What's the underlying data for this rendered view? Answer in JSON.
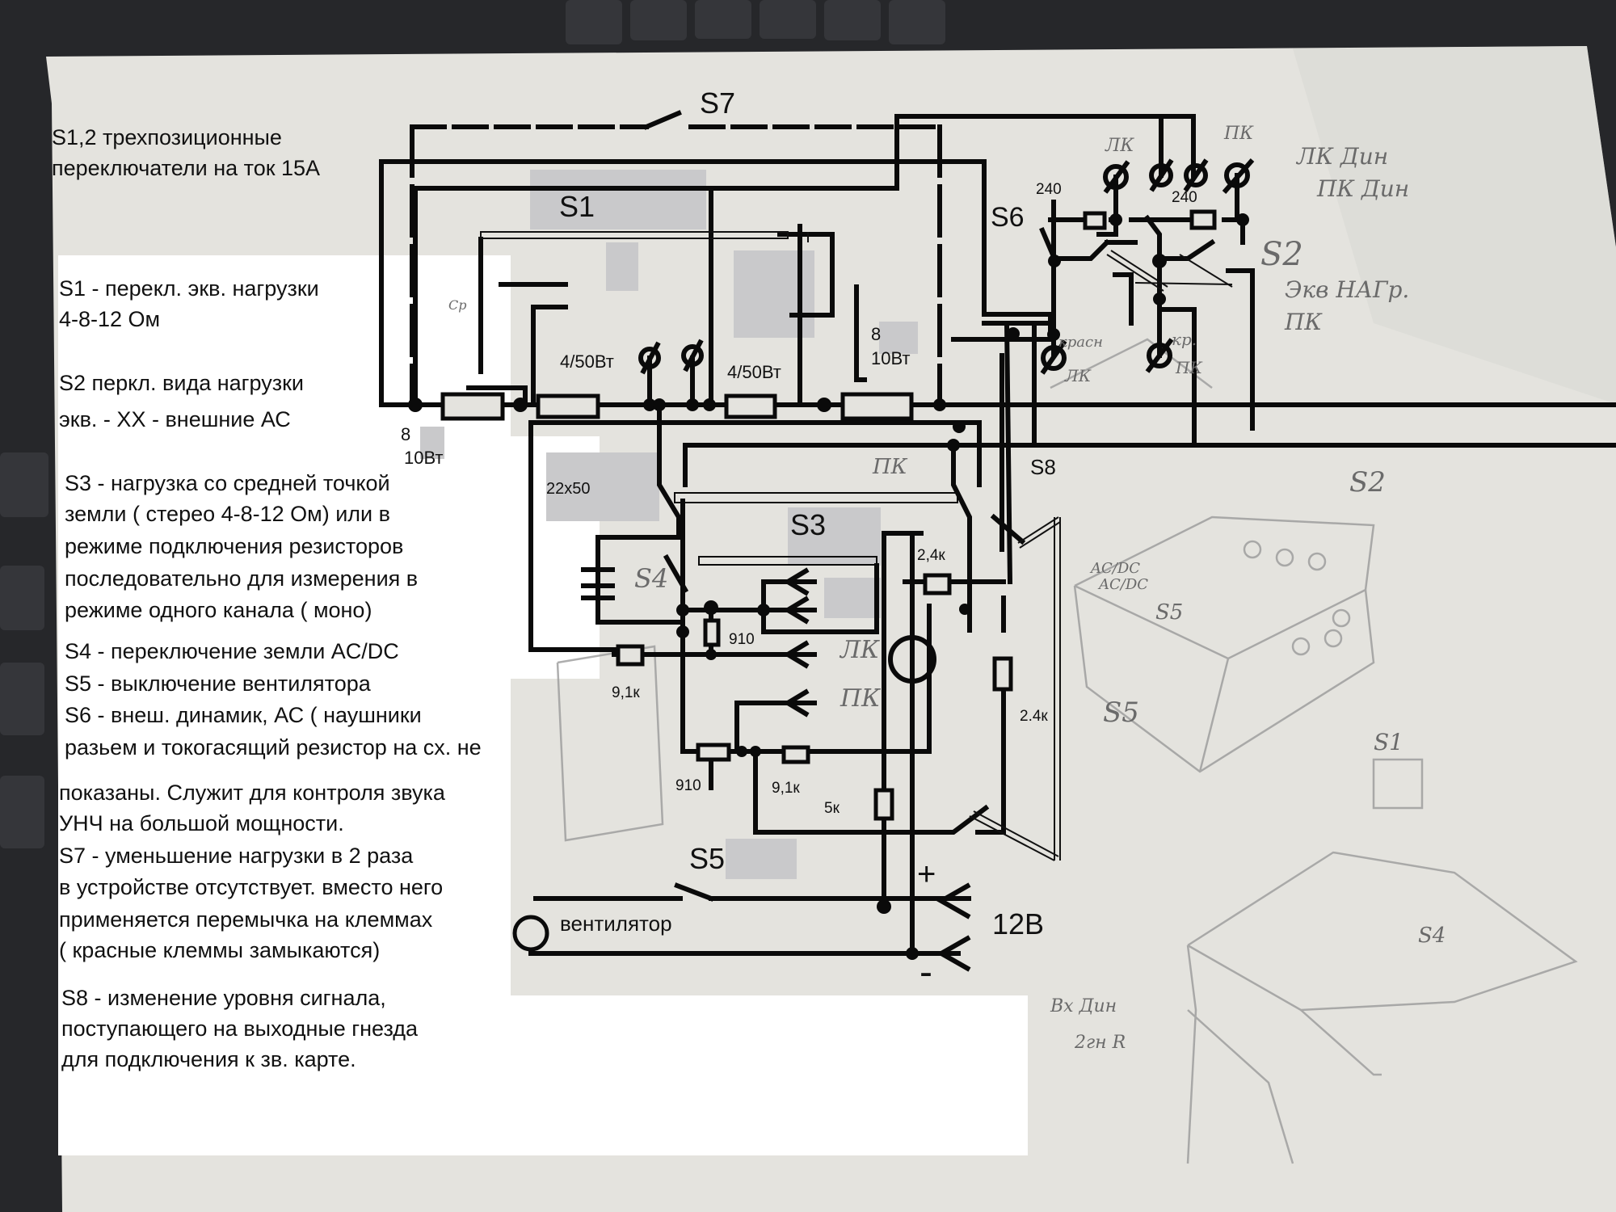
{
  "notes": [
    "S1,2 трехпозиционные",
    "переключатели на ток 15А",
    "S1 - перекл. экв. нагрузки",
    "4-8-12 Ом",
    "S2 перкл. вида нагрузки",
    " экв. - ХХ - внешние АС",
    "S3 - нагрузка со средней точкой",
    "земли    ( стерео 4-8-12 Ом)   или в",
    "режиме подключения резисторов",
    "последовательно для измерения в",
    "режиме одного канала  ( моно)",
    "S4 - переключение земли AC/DC",
    "S5 - выключение вентилятора",
    "S6 - внеш. динамик, АС  (  наушники",
    "разьем и токогасящий резистор на сх. не",
    "показаны. Служит для контроля звука",
    "УНЧ на большой мощности.",
    "S7 - уменьшение нагрузки в 2 раза",
    "в устройстве отсутствует. вместо него",
    "применяется перемычка на клеммах",
    " ( красные клеммы замыкаются)",
    "S8 -  изменение уровня сигнала,",
    "поступающего на выходные гнезда",
    " для подключения к зв. карте."
  ],
  "schematic": {
    "labels": [
      "S7",
      "S1",
      "S6",
      "S3",
      "S8",
      "S5",
      "12В",
      "4/50Вт",
      "4/50Вт",
      "8",
      "10Вт",
      "8",
      "10Вт",
      "22x50",
      "2,4к",
      "910",
      "9,1к",
      "2.4к",
      "910",
      "9,1к",
      "5к",
      "240",
      "240",
      "вентилятор",
      "+",
      "-"
    ],
    "handwritten": [
      "ЛК Дин",
      "ПК Дин",
      "Экв НАГр.",
      "ПК",
      "ЛК",
      "ПК",
      "ПК",
      "ЛК",
      "ПК",
      "AC/DC",
      "S4",
      "S2",
      "красн",
      "ЛК",
      "кр.",
      "ПК",
      "Ср",
      "S2",
      "AC/DC",
      "S5",
      "S5",
      "S1",
      "S4",
      "Вх Дин",
      "2гн R"
    ]
  }
}
